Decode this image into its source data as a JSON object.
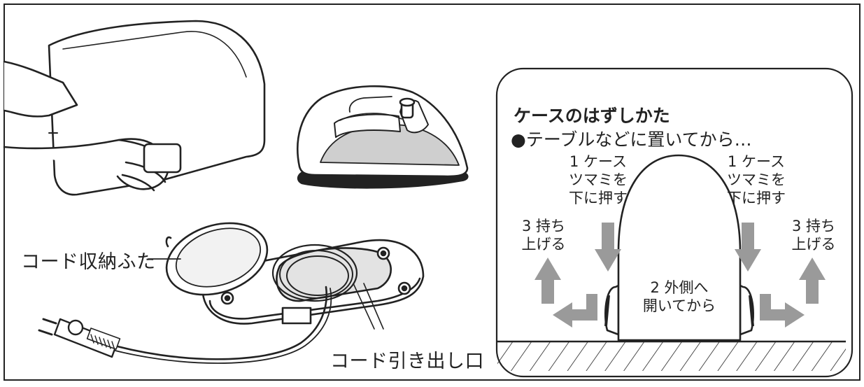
{
  "colors": {
    "line": "#222222",
    "arrow_gray": "#9a9a9a",
    "fill_light": "#e3e3e3",
    "fill_mid": "#cfcfcf",
    "panel_bg": "#ffffff"
  },
  "labels": {
    "cord_storage_lid": "コード収納ふた",
    "cord_outlet": "コード引き出し口"
  },
  "panel": {
    "title": "ケースのはずしかた",
    "subtitle": "●テーブルなどに置いてから…",
    "step1_left": [
      "1 ケース",
      "ツマミを",
      "下に押す"
    ],
    "step1_right": [
      "1 ケース",
      "ツマミを",
      "下に押す"
    ],
    "step2": [
      "2 外側へ",
      "開いてから"
    ],
    "step3_left": [
      "3 持ち",
      "上げる"
    ],
    "step3_right": [
      "3 持ち",
      "上げる"
    ]
  },
  "icons": [
    "hand-holding-case-icon",
    "steam-iron-icon",
    "iron-base-cord-reel-icon",
    "power-plug-icon",
    "case-on-table-icon",
    "down-arrow-icon",
    "up-arrow-icon",
    "outward-arrow-icon"
  ]
}
